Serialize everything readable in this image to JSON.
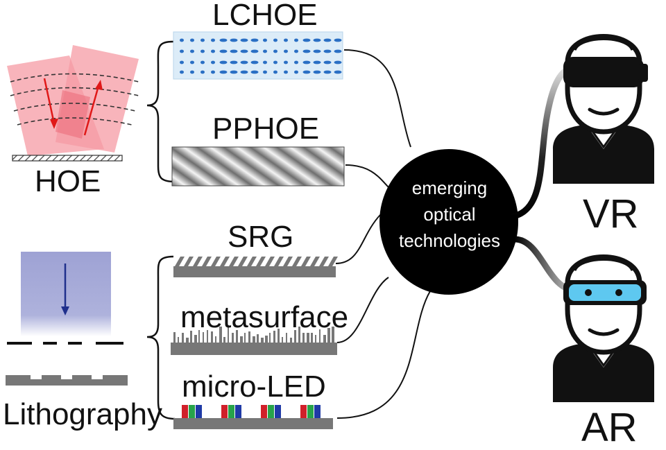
{
  "labels": {
    "lchoe": "LCHOE",
    "pphoe": "PPHOE",
    "srg": "SRG",
    "metasurface": "metasurface",
    "microled": "micro-LED",
    "hoe": "HOE",
    "lithography": "Lithography",
    "vr": "VR",
    "ar": "AR"
  },
  "center": {
    "line1": "emerging",
    "line2": "optical",
    "line3": "technologies"
  },
  "colors": {
    "hoe_beam": "#f07a86",
    "litho_light": "#9ea2d4",
    "arrow_red": "#e01818",
    "arrow_blue": "#1f2f8c",
    "lc_background": "#dcecf8",
    "lc_molecule": "#2a6fc4",
    "substrate": "#777777",
    "ar_visor": "#5ec8f0",
    "pixel_red": "#d0202a",
    "pixel_green": "#27a34a",
    "pixel_blue": "#1f3aa6"
  },
  "icons": [
    "vr-headset-user-icon",
    "ar-glasses-user-icon"
  ]
}
